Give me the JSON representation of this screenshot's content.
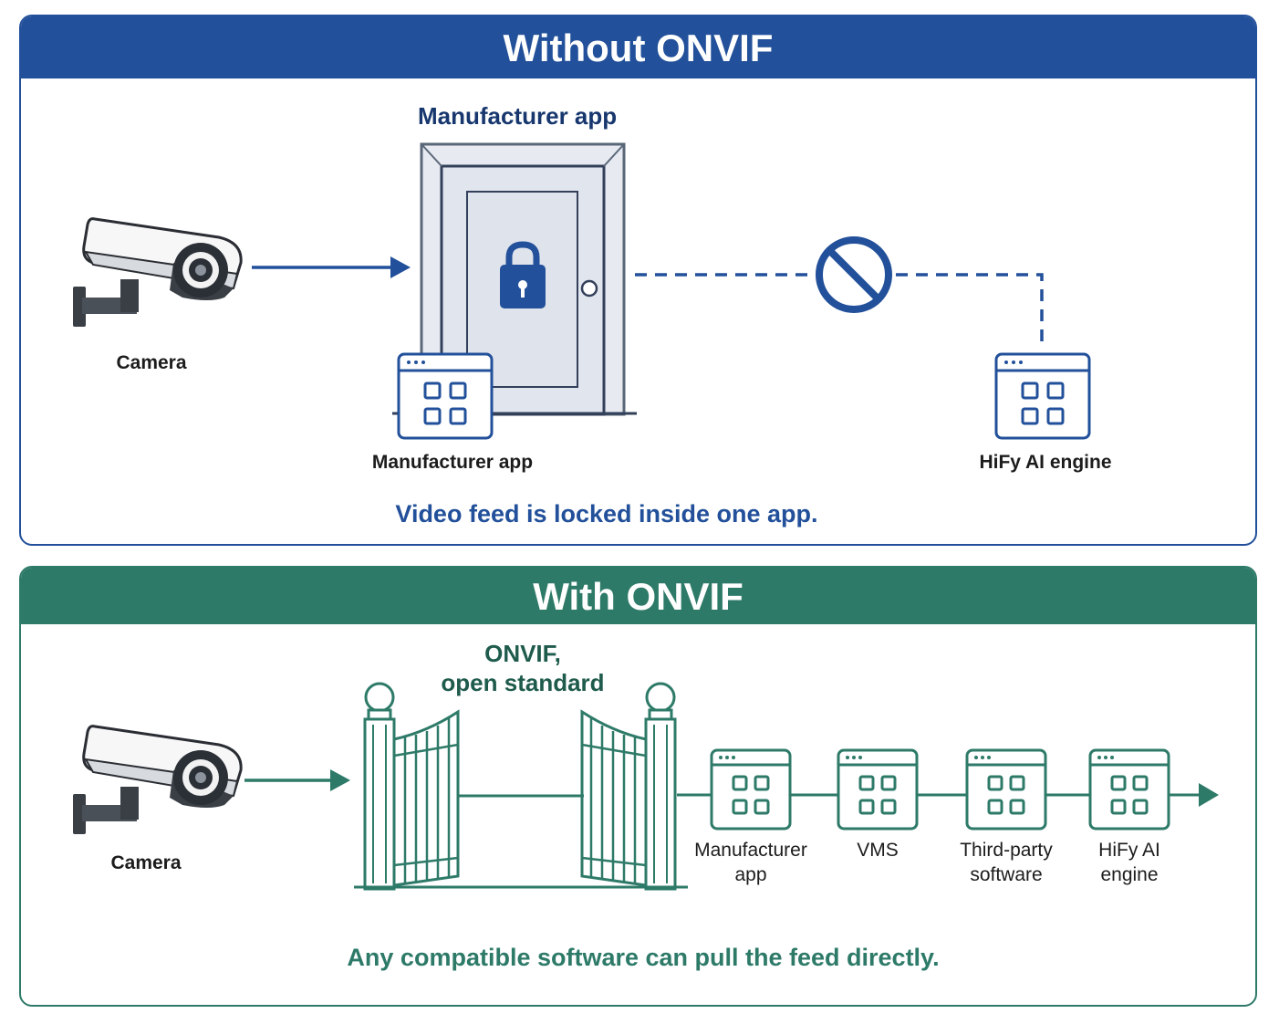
{
  "top_panel": {
    "title": "Without ONVIF",
    "door_label": "Manufacturer app",
    "camera_label": "Camera",
    "app_label": "Manufacturer app",
    "engine_label": "HiFy AI engine",
    "caption": "Video feed is locked inside one app.",
    "accent_color": "#22509a"
  },
  "bottom_panel": {
    "title": "With ONVIF",
    "gate_label_line1": "ONVIF,",
    "gate_label_line2": "open standard",
    "camera_label": "Camera",
    "apps": [
      {
        "line1": "Manufacturer",
        "line2": "app"
      },
      {
        "line1": "VMS",
        "line2": ""
      },
      {
        "line1": "Third-party",
        "line2": "software"
      },
      {
        "line1": "HiFy AI",
        "line2": "engine"
      }
    ],
    "caption": "Any compatible software can pull the feed directly.",
    "accent_color": "#2e7a68"
  }
}
